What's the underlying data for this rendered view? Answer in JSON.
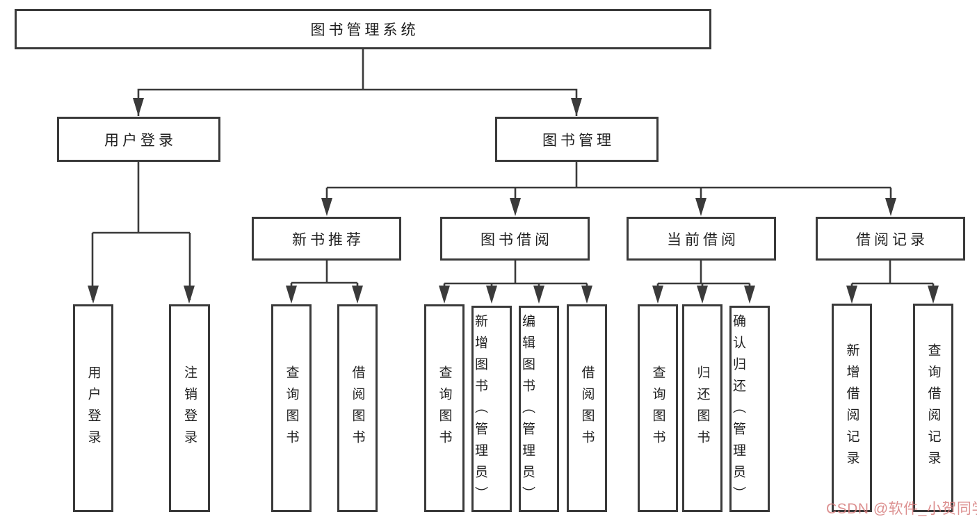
{
  "diagram": {
    "line_color": "#3a3a3a",
    "root": {
      "label": "图书管理系统"
    },
    "branches": [
      {
        "label": "用户登录",
        "children": [
          {
            "label": "用户登录"
          },
          {
            "label": "注销登录"
          }
        ]
      },
      {
        "label": "图书管理",
        "groups": [
          {
            "label": "新书推荐",
            "children": [
              {
                "label": "查询图书"
              },
              {
                "label": "借阅图书"
              }
            ]
          },
          {
            "label": "图书借阅",
            "children": [
              {
                "label": "查询图书"
              },
              {
                "label": "新增图书（管理员）"
              },
              {
                "label": "编辑图书（管理员）"
              },
              {
                "label": "借阅图书"
              }
            ]
          },
          {
            "label": "当前借阅",
            "children": [
              {
                "label": "查询图书"
              },
              {
                "label": "归还图书"
              },
              {
                "label": "确认归还（管理员）"
              }
            ]
          },
          {
            "label": "借阅记录",
            "children": [
              {
                "label": "新增借阅记录"
              },
              {
                "label": "查询借阅记录"
              }
            ]
          }
        ]
      }
    ]
  },
  "watermark": {
    "text": "CSDN @软件_小贺同学"
  }
}
